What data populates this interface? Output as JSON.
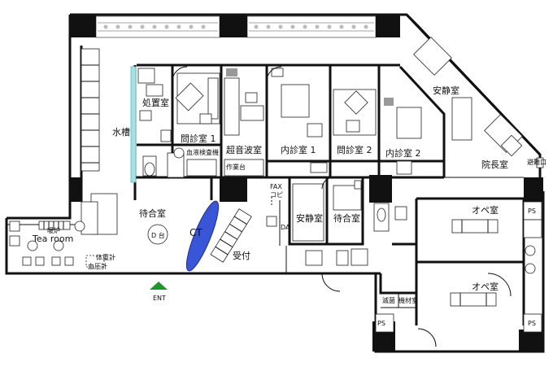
{
  "rooms": {
    "treatment": "処置室",
    "water_tank": "水槽",
    "exam1": "問診室 1",
    "blood_test": "血液検査機",
    "ultrasound": "超音波室",
    "workbench": "作業台",
    "internal1": "内診室 1",
    "exam2": "問診室 2",
    "internal2": "内診室 2",
    "recovery_top": "安静室",
    "director": "院長室",
    "evacuation": "避難口",
    "waiting_main": "待合室",
    "d_table": "D 台",
    "ct": "CT",
    "reception": "受付",
    "fax_copy_1": "FAX",
    "fax_copy_2": "コピ",
    "da": "DA",
    "recovery_mid": "安静室",
    "waiting_mid": "待合室",
    "heater": "暖炉",
    "tea_room": "Tea room",
    "scale": "体重計",
    "bp_meter": "血圧計",
    "entrance": "ENT",
    "or1": "オペ室",
    "or2": "オペ室",
    "ps1": "PS",
    "ps2": "PS",
    "ps3": "PS",
    "ps4": "PS",
    "sterile_1": "滅菌",
    "sterile_2": "機材室"
  },
  "colors": {
    "water_tank": "#a8e0e8",
    "ct_scanner": "#3a56d8",
    "entrance_marker": "#1a9a2a",
    "wall": "#111111"
  }
}
